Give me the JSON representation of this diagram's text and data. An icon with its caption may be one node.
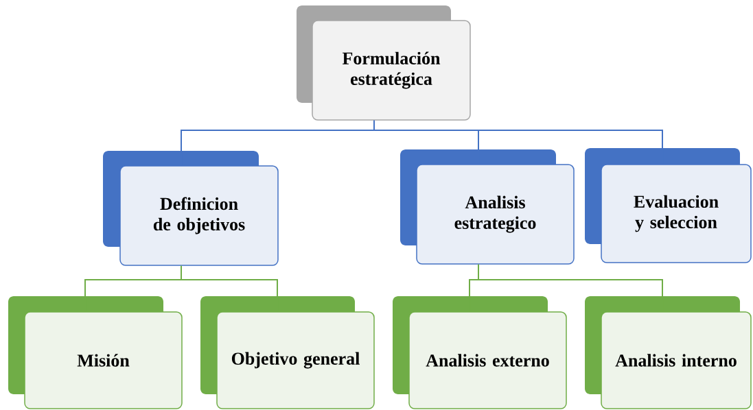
{
  "diagram": {
    "nodes": [
      {
        "text": [
          "Formulación estratégica"
        ]
      },
      {
        "text": [
          "Definicion de objetivos"
        ]
      },
      {
        "text": [
          "Analisis estrategico"
        ]
      },
      {
        "text": [
          "Evaluacion y seleccion"
        ]
      },
      {
        "text": [
          "Misión"
        ]
      },
      {
        "text": [
          "Objetivo general"
        ]
      },
      {
        "text": [
          "Analisis externo"
        ]
      },
      {
        "text": [
          "Analisis interno"
        ]
      }
    ],
    "edges": [
      {
        "from": 0,
        "to": 1,
        "arrow": "none",
        "color": "#4472c4"
      },
      {
        "from": 0,
        "to": 2,
        "arrow": "none",
        "color": "#4472c4"
      },
      {
        "from": 0,
        "to": 3,
        "arrow": "none",
        "color": "#4472c4"
      },
      {
        "from": 1,
        "to": 4,
        "arrow": "none"
      },
      {
        "from": 1,
        "to": 5,
        "arrow": "none"
      },
      {
        "from": 2,
        "to": 6,
        "arrow": "none"
      },
      {
        "from": 2,
        "to": 7,
        "arrow": "none"
      }
    ]
  }
}
